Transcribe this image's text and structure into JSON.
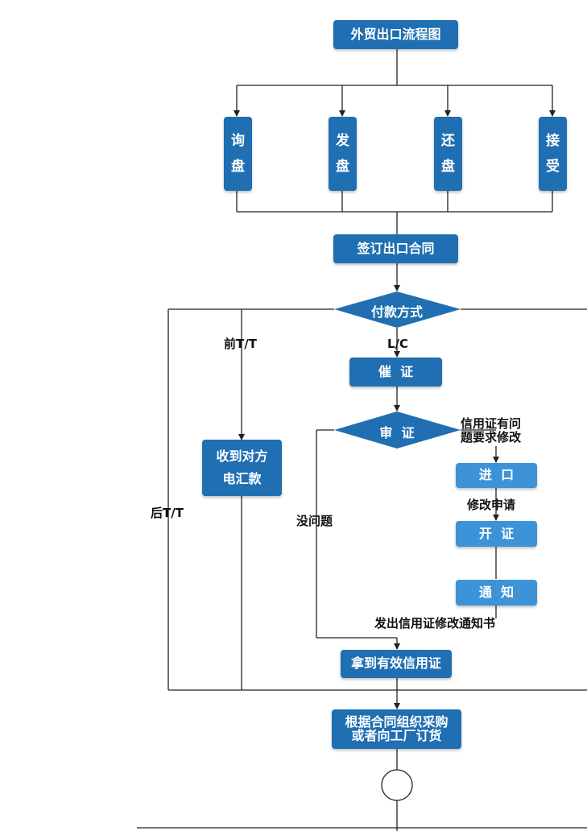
{
  "colors": {
    "box_dark": "#1f6fb2",
    "box_light": "#3d93d8",
    "line": "#222222",
    "label_text": "#111111"
  },
  "title": "外贸出口流程图",
  "steps": {
    "inquiry": [
      "询",
      "盘"
    ],
    "offer": [
      "发",
      "盘"
    ],
    "counter_offer": [
      "还",
      "盘"
    ],
    "acceptance": [
      "接",
      "受"
    ]
  },
  "sign_contract": "签订出口合同",
  "payment_method": "付款方式",
  "branch_labels": {
    "prepaid_tt": "前T/T",
    "lc": "L/C",
    "later_tt": "后T/T",
    "no_problem": "没问题",
    "lc_problem": "信用证有问\n题要求修改",
    "amend_request": "修改申请",
    "issue_amend_notice": "发出信用证修改通知书"
  },
  "urge_lc": "催  证",
  "review_lc": "审  证",
  "receive_tt": "收到对方\n电汇款",
  "importer": "进  口",
  "open_lc": "开  证",
  "notify": "通  知",
  "valid_lc": "拿到有效信用证",
  "purchase": "根据合同组织采购\n或者向工厂订货"
}
